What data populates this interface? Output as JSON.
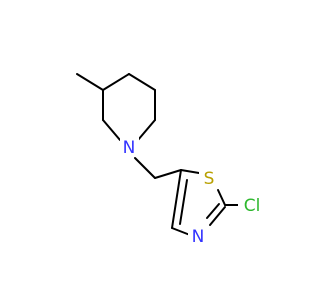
{
  "molecule": {
    "atoms": {
      "nitrogen_piperidine": {
        "symbol": "N",
        "color": "#3333ff"
      },
      "sulfur": {
        "symbol": "S",
        "color": "#b8a000"
      },
      "chlorine": {
        "symbol": "Cl",
        "color": "#2eb82e"
      },
      "nitrogen_thiazole": {
        "symbol": "N",
        "color": "#3333ff"
      }
    },
    "bond_color": "#000000",
    "background": "#ffffff"
  }
}
